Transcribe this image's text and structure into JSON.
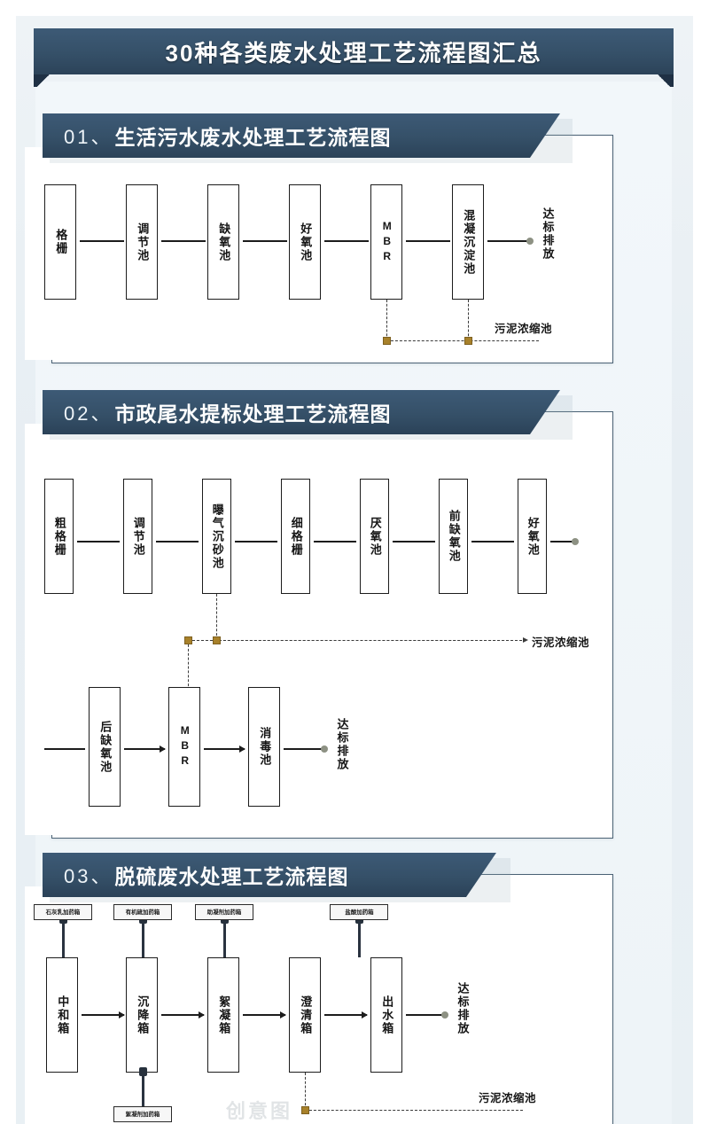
{
  "document": {
    "title": "30种各类废水处理工艺流程图汇总",
    "watermark": "创意图",
    "accent_color": "#35506 8",
    "banner_color": "#355068",
    "page_background": "#e9f0f4",
    "node_color": "#a8812a",
    "endpoint_dot_color": "#8d9183"
  },
  "sections": [
    {
      "number": "01、",
      "title": "生活污水废水处理工艺流程图",
      "row1": [
        {
          "label": "格栅"
        },
        {
          "label": "调节池"
        },
        {
          "label": "缺氧池"
        },
        {
          "label": "好氧池"
        },
        {
          "label": "MBR",
          "latin": true
        },
        {
          "label": "混凝沉淀池"
        }
      ],
      "outlet": "达标排放",
      "sludge_label": "污泥浓缩池"
    },
    {
      "number": "02、",
      "title": "市政尾水提标处理工艺流程图",
      "row1": [
        {
          "label": "粗格栅"
        },
        {
          "label": "调节池"
        },
        {
          "label": "曝气沉砂池"
        },
        {
          "label": "细格栅"
        },
        {
          "label": "厌氧池"
        },
        {
          "label": "前缺氧池"
        },
        {
          "label": "好氧池"
        }
      ],
      "row2": [
        {
          "label": "后缺氧池"
        },
        {
          "label": "MBR",
          "latin": true
        },
        {
          "label": "消毒池"
        }
      ],
      "outlet": "达标排放",
      "sludge_label": "污泥浓缩池"
    },
    {
      "number": "03、",
      "title": "脱硫废水处理工艺流程图",
      "dosing_top": [
        {
          "label": "石灰乳加药箱"
        },
        {
          "label": "有机硫加药箱"
        },
        {
          "label": "助凝剂加药箱"
        },
        {
          "label": "盐酸加药箱"
        }
      ],
      "dosing_bottom": [
        {
          "label": "絮凝剂加药箱"
        }
      ],
      "row1": [
        {
          "label": "中和箱"
        },
        {
          "label": "沉降箱"
        },
        {
          "label": "絮凝箱"
        },
        {
          "label": "澄清箱"
        },
        {
          "label": "出水箱"
        }
      ],
      "outlet": "达标排放",
      "sludge_label": "污泥浓缩池"
    }
  ]
}
